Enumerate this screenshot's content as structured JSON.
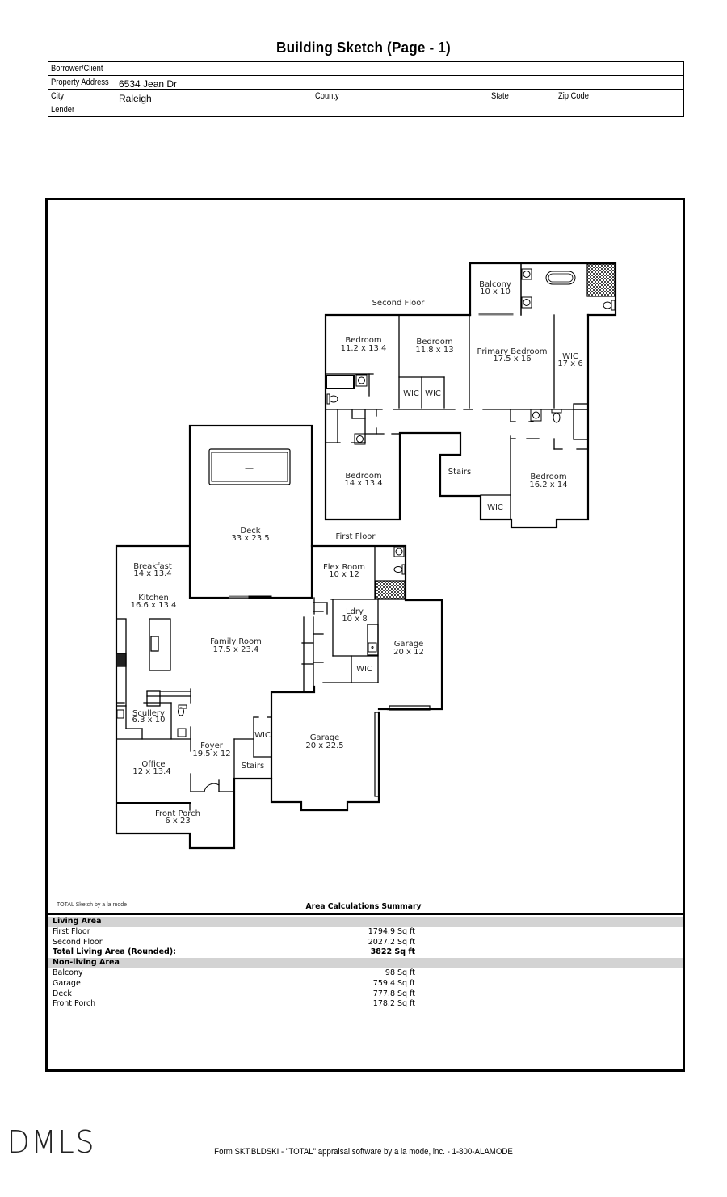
{
  "document": {
    "title": "Building Sketch (Page - 1)"
  },
  "header_fields": {
    "borrower_label": "Borrower/Client",
    "borrower_value": "",
    "address_label": "Property Address",
    "address_value": "6534 Jean Dr",
    "city_label": "City",
    "city_value": "Raleigh",
    "county_label": "County",
    "county_value": "",
    "state_label": "State",
    "state_value": "",
    "zip_label": "Zip Code",
    "zip_value": "",
    "lender_label": "Lender",
    "lender_value": ""
  },
  "sketch": {
    "floor_labels": {
      "second": "Second Floor",
      "first": "First Floor"
    },
    "second_floor_rooms": [
      {
        "name": "Balcony",
        "dims": "10 x 10"
      },
      {
        "name": "Bedroom",
        "dims": "11.2 x 13.4"
      },
      {
        "name": "Bedroom",
        "dims": "11.8 x 13"
      },
      {
        "name": "Primary Bedroom",
        "dims": "17.5 x 16"
      },
      {
        "name": "WIC",
        "dims": "17 x 6"
      },
      {
        "name": "WIC",
        "dims": ""
      },
      {
        "name": "WIC",
        "dims": ""
      },
      {
        "name": "Bedroom",
        "dims": "14 x 13.4"
      },
      {
        "name": "Stairs",
        "dims": ""
      },
      {
        "name": "Bedroom",
        "dims": "16.2 x 14"
      },
      {
        "name": "WIC",
        "dims": ""
      }
    ],
    "first_floor_rooms": [
      {
        "name": "Deck",
        "dims": "33 x 23.5"
      },
      {
        "name": "Breakfast",
        "dims": "14 x 13.4"
      },
      {
        "name": "Kitchen",
        "dims": "16.6 x 13.4"
      },
      {
        "name": "Family Room",
        "dims": "17.5 x 23.4"
      },
      {
        "name": "Flex Room",
        "dims": "10 x 12"
      },
      {
        "name": "Ldry",
        "dims": "10 x 8"
      },
      {
        "name": "Garage",
        "dims": "20 x 12"
      },
      {
        "name": "WIC",
        "dims": ""
      },
      {
        "name": "Scullery",
        "dims": "6.3 x 10"
      },
      {
        "name": "Foyer",
        "dims": "19.5 x 12"
      },
      {
        "name": "WIC",
        "dims": ""
      },
      {
        "name": "Garage",
        "dims": "20 x 22.5"
      },
      {
        "name": "Office",
        "dims": "12 x 13.4"
      },
      {
        "name": "Stairs",
        "dims": ""
      },
      {
        "name": "Front Porch",
        "dims": "6 x 23"
      }
    ],
    "credit": "TOTAL Sketch by a la mode"
  },
  "summary": {
    "title": "Area Calculations Summary",
    "living_header": "Living Area",
    "living_rows": [
      {
        "label": "First Floor",
        "value": "1794.9 Sq ft"
      },
      {
        "label": "Second Floor",
        "value": "2027.2 Sq ft"
      }
    ],
    "total_label": "Total Living Area (Rounded):",
    "total_value": "3822 Sq ft",
    "nonliving_header": "Non-living Area",
    "nonliving_rows": [
      {
        "label": "Balcony",
        "value": "98 Sq ft"
      },
      {
        "label": "Garage",
        "value": "759.4 Sq ft"
      },
      {
        "label": "Deck",
        "value": "777.8 Sq ft"
      },
      {
        "label": "Front Porch",
        "value": "178.2 Sq ft"
      }
    ]
  },
  "footer": {
    "logo": "DMLS",
    "form_text": "Form SKT.BLDSKI - \"TOTAL\" appraisal software by a la mode, inc. - 1-800-ALAMODE"
  },
  "colors": {
    "line": "#000000",
    "section_header_bg": "#d3d3d3",
    "tile_pattern": "#555555"
  }
}
